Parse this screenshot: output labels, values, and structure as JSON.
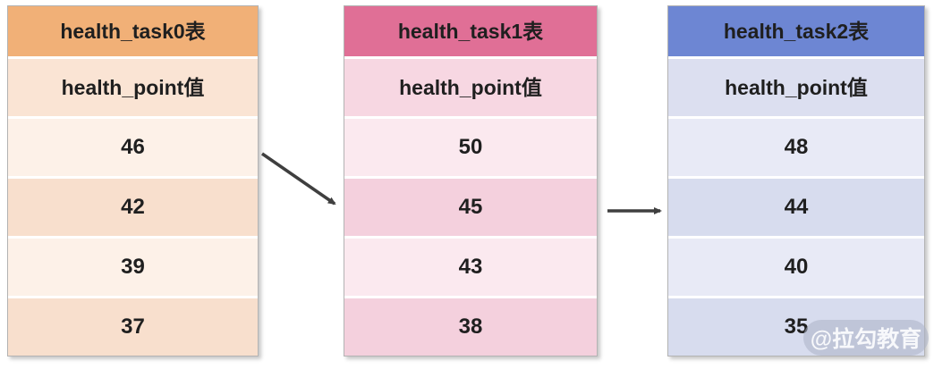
{
  "tables": [
    {
      "title": "health_task0表",
      "column": "health_point值",
      "values": [
        "46",
        "42",
        "39",
        "37"
      ],
      "colors": {
        "header": "#f1b077",
        "sub": "#fae4d4",
        "odd": "#fdf1e8",
        "even": "#f8dfcd"
      }
    },
    {
      "title": "health_task1表",
      "column": "health_point值",
      "values": [
        "50",
        "45",
        "43",
        "38"
      ],
      "colors": {
        "header": "#e06f96",
        "sub": "#f7d7e2",
        "odd": "#fbe9ef",
        "even": "#f4d0dd"
      }
    },
    {
      "title": "health_task2表",
      "column": "health_point值",
      "values": [
        "48",
        "44",
        "40",
        "35"
      ],
      "colors": {
        "header": "#6d86d3",
        "sub": "#dcdff0",
        "odd": "#e8eaf6",
        "even": "#d7dcee"
      }
    }
  ],
  "arrows": {
    "color": "#3f3f3f",
    "items": [
      {
        "from": "health_task0",
        "to": "health_task1"
      },
      {
        "from": "health_task1",
        "to": "health_task2"
      }
    ]
  },
  "watermark": {
    "label": "@拉勾教育"
  },
  "text_color": "#1f1f1f",
  "background_color": "#ffffff"
}
